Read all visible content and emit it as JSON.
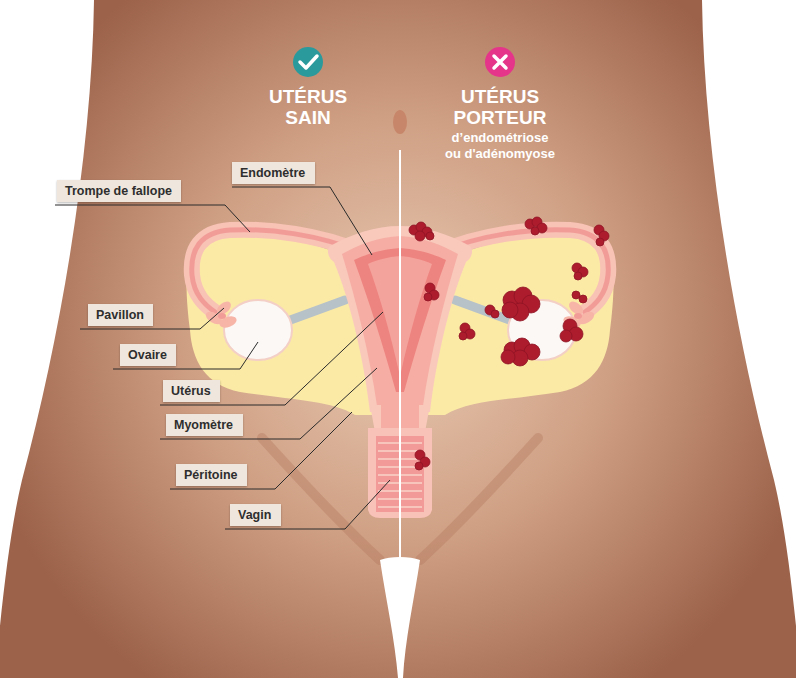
{
  "diagram": {
    "nodes": [
      {
        "text": [
          "Endomètre"
        ]
      },
      {
        "text": [
          "Trompe de fallope"
        ]
      },
      {
        "text": [
          "Pavillon"
        ]
      },
      {
        "text": [
          "Ovaire"
        ]
      },
      {
        "text": [
          "Utérus"
        ]
      },
      {
        "text": [
          "Myomètre"
        ]
      },
      {
        "text": [
          "Péritoine"
        ]
      },
      {
        "text": [
          "Vagin"
        ]
      }
    ],
    "labels": [
      "UTÉRUS SAIN",
      "UTÉRUS PORTEUR",
      "d’endométriose ou d'adénomyose"
    ]
  }
}
